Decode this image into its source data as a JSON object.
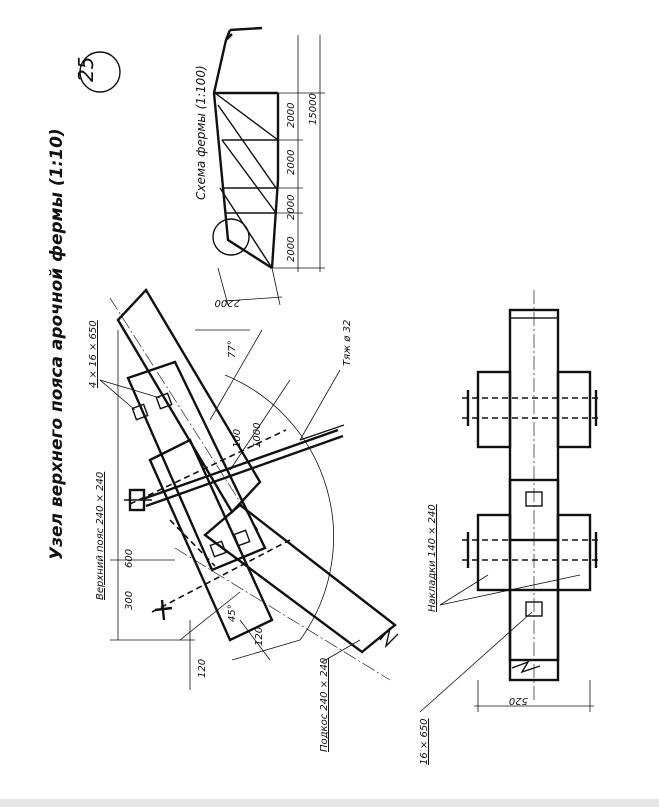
{
  "sheet_number": "25",
  "title": "Узел  верхнего  пояса  арочной  фермы (1:10)",
  "scheme": {
    "title": "Схема  фермы (1:100)",
    "dims": [
      "2000",
      "2000",
      "2000",
      "2000",
      "15000",
      "2200"
    ]
  },
  "node": {
    "top_chord_label": "Верхний  пояс 240 × 240",
    "bolts_label": "4 × 16 × 650",
    "tie_label": "Тяж ø 32",
    "brace_label": "Подкос 240 × 240",
    "angle_77": "77°",
    "angle_45": "45°",
    "dim_600": "600",
    "dim_300": "300",
    "dim_120a": "120",
    "dim_120b": "120",
    "dim_100": "100",
    "dim_1000": "1000"
  },
  "plan": {
    "overlays_label": "Накладки  140 × 240",
    "bolt_label": "16 × 650",
    "dim_520": "520"
  }
}
